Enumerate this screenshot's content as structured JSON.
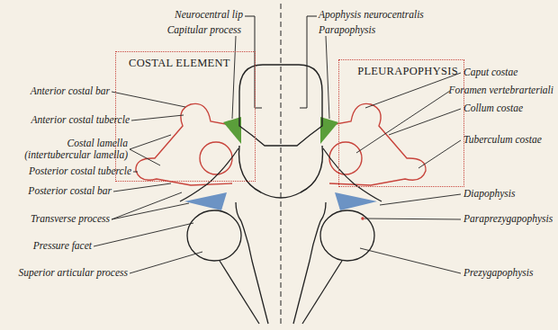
{
  "diagram": {
    "nodes": [
      {
        "text": [
          "COSTAL ELEMENT"
        ]
      },
      {
        "text": [
          "PLEURAPOPHYSIS"
        ]
      }
    ],
    "labels": [
      "Neurocentral lip",
      "Capitular process",
      "Anterior costal bar",
      "Anterior costal tubercle",
      "Costal lamella (intertubercular lamella)",
      "Posterior costal tubercle",
      "Posterior costal bar",
      "Transverse process",
      "Pressure facet",
      "Superior articular process",
      "Apophysis neurocentralis",
      "Parapophysis",
      "Caput costae",
      "Foramen vertebrarteriali",
      "Collum costae",
      "Tuberculum costae",
      "Diapophysis",
      "Paraprezygapophysis",
      "Prezygapophysis"
    ]
  }
}
